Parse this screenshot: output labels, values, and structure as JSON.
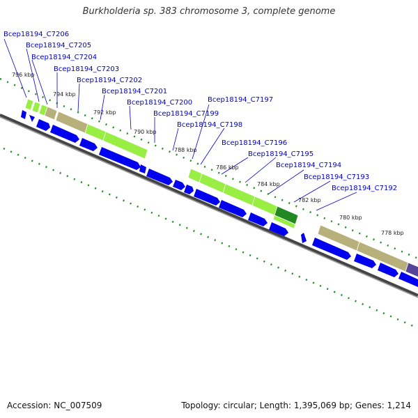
{
  "title": "Burkholderia sp. 383 chromosome 3, complete genome",
  "footer": {
    "accession": "Accession: NC_007509",
    "summary": "Topology: circular; Length: 1,395,069 bp; Genes: 1,214"
  },
  "colors": {
    "gene_arrow": "#0000ee",
    "cog_light_green": "#99ee44",
    "cog_khaki": "#b8b07a",
    "cog_dark_green": "#228822",
    "cog_purple": "#554499",
    "backbone": "#777777",
    "tick_green": "#228b22",
    "label_blue": "#0000cc"
  },
  "tick_labels": [
    "796 kbp",
    "794 kbp",
    "792 kbp",
    "790 kbp",
    "788 kbp",
    "786 kbp",
    "784 kbp",
    "782 kbp",
    "780 kbp",
    "778 kbp"
  ],
  "gene_labels": [
    "Bcep18194_C7206",
    "Bcep18194_C7205",
    "Bcep18194_C7204",
    "Bcep18194_C7203",
    "Bcep18194_C7202",
    "Bcep18194_C7201",
    "Bcep18194_C7200",
    "Bcep18194_C7199",
    "Bcep18194_C7198",
    "Bcep18194_C7197",
    "Bcep18194_C7196",
    "Bcep18194_C7195",
    "Bcep18194_C7194",
    "Bcep18194_C7193",
    "Bcep18194_C7192"
  ]
}
